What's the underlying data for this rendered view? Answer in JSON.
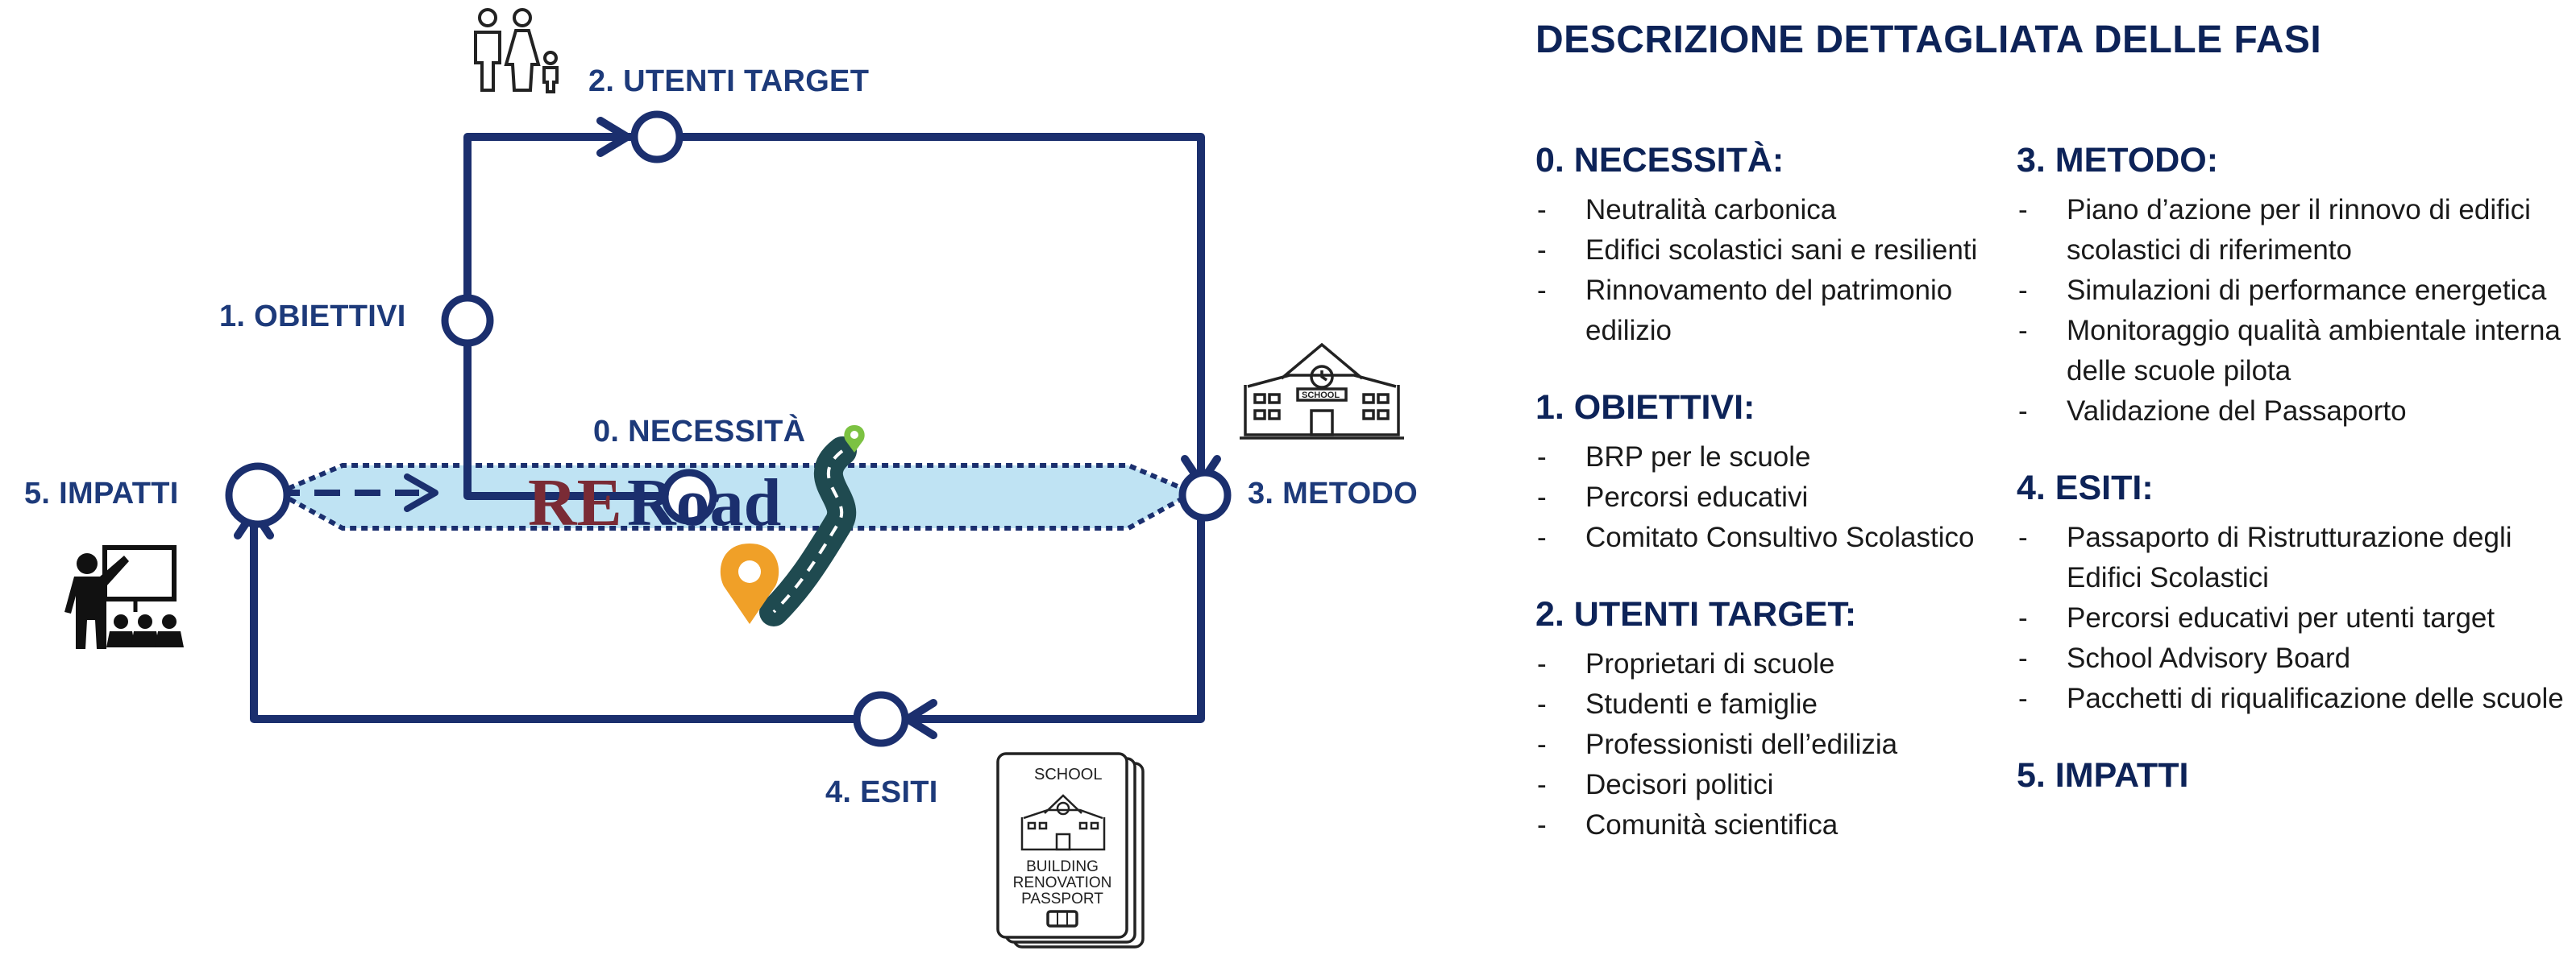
{
  "diagram": {
    "logo": {
      "part1": "RE",
      "part2": "Road"
    },
    "nodes": [
      {
        "id": "0",
        "label": "0. NECESSITÀ"
      },
      {
        "id": "1",
        "label": "1. OBIETTIVI"
      },
      {
        "id": "2",
        "label": "2. UTENTI TARGET"
      },
      {
        "id": "3",
        "label": "3. METODO"
      },
      {
        "id": "4",
        "label": "4. ESITI"
      },
      {
        "id": "5",
        "label": "5. IMPATTI"
      }
    ],
    "school_icon_text": "SCHOOL",
    "passport_icon": {
      "top": "SCHOOL",
      "l1": "BUILDING",
      "l2": "RENOVATION",
      "l3": "PASSPORT"
    },
    "icons": [
      "family-icon",
      "school-building-icon",
      "teacher-students-icon",
      "passport-book-icon",
      "map-pin-icon",
      "road-icon"
    ],
    "colors": {
      "navy": "#0d2358",
      "path": "#1b2f6e",
      "light_band": "#bfe3f3",
      "logo_red": "#7a2b35",
      "pin_orange": "#f0a028",
      "road": "#1f4a50",
      "pin_green": "#7cc242"
    }
  },
  "panel": {
    "title": "DESCRIZIONE DETTAGLIATA DELLE FASI",
    "left_column": [
      {
        "title": "0. NECESSITÀ:",
        "items": [
          "Neutralità carbonica",
          "Edifici scolastici sani e resilienti",
          "Rinnovamento del patrimonio edilizio"
        ]
      },
      {
        "title": "1. OBIETTIVI:",
        "items": [
          "BRP per le scuole",
          "Percorsi educativi",
          "Comitato Consultivo Scolastico"
        ]
      },
      {
        "title": "2. UTENTI TARGET:",
        "items": [
          "Proprietari di scuole",
          "Studenti e famiglie",
          "Professionisti dell’edilizia",
          "Decisori politici",
          "Comunità scientifica"
        ]
      }
    ],
    "right_column": [
      {
        "title": "3. METODO:",
        "items": [
          "Piano d’azione per il rinnovo di edifici scolastici di riferimento",
          "Simulazioni di performance energetica",
          "Monitoraggio qualità ambientale interna delle scuole pilota",
          "Validazione del Passaporto"
        ]
      },
      {
        "title": "4. ESITI:",
        "items": [
          "Passaporto di Ristrutturazione degli Edifici Scolastici",
          "Percorsi educativi per utenti target",
          "School Advisory Board",
          "Pacchetti di riqualificazione delle scuole"
        ]
      },
      {
        "title": "5. IMPATTI",
        "items": []
      }
    ]
  }
}
